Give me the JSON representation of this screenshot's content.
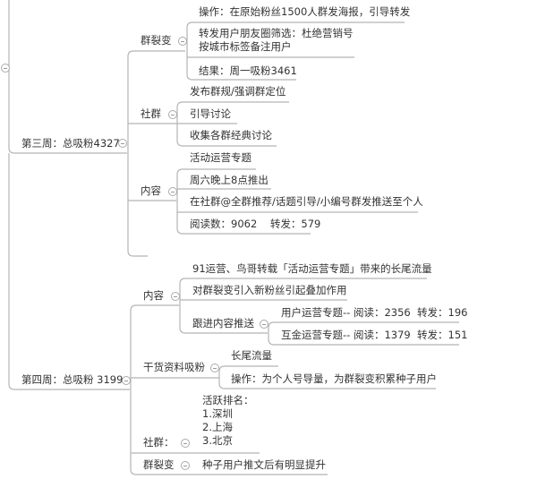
{
  "week3": {
    "label": "第三周：总吸粉4327",
    "fission": {
      "label": "群裂变",
      "items": [
        "操作：在原始粉丝1500人群发海报，引导转发",
        "转发用户朋友圈筛选：杜绝营销号",
        "按城市标签备注用户",
        "结果：周一吸粉3461"
      ]
    },
    "community": {
      "label": "社群",
      "items": [
        "发布群规/强调群定位",
        "引导讨论",
        "收集各群经典讨论"
      ]
    },
    "content": {
      "label": "内容",
      "items": [
        "活动运营专题",
        "周六晚上8点推出",
        "在社群@全群推荐/话题引导/小编号群发推送至个人",
        "阅读数：9062    转发：579"
      ]
    }
  },
  "week4": {
    "label": "第四周：总吸粉 3199",
    "content": {
      "label": "内容",
      "items": [
        "91运营、鸟哥转载「活动运营专题」带来的长尾流量",
        "对群裂变引入新粉丝引起叠加作用",
        "跟进内容推送"
      ],
      "followup": [
        "用户运营专题-- 阅读：2356  转发：196",
        "互金运营专题-- 阅读：1379  转发：151"
      ]
    },
    "dry_goods": {
      "label": "干货资料吸粉",
      "items": [
        "长尾流量",
        "操作：为个人号导量，为群裂变积累种子用户"
      ]
    },
    "community": {
      "label": "社群：",
      "items": [
        "活跃排名：",
        "1.深圳",
        "2.上海",
        "3.北京"
      ]
    },
    "fission": {
      "label": "群裂变",
      "items": [
        "种子用户推文后有明显提升"
      ]
    }
  }
}
